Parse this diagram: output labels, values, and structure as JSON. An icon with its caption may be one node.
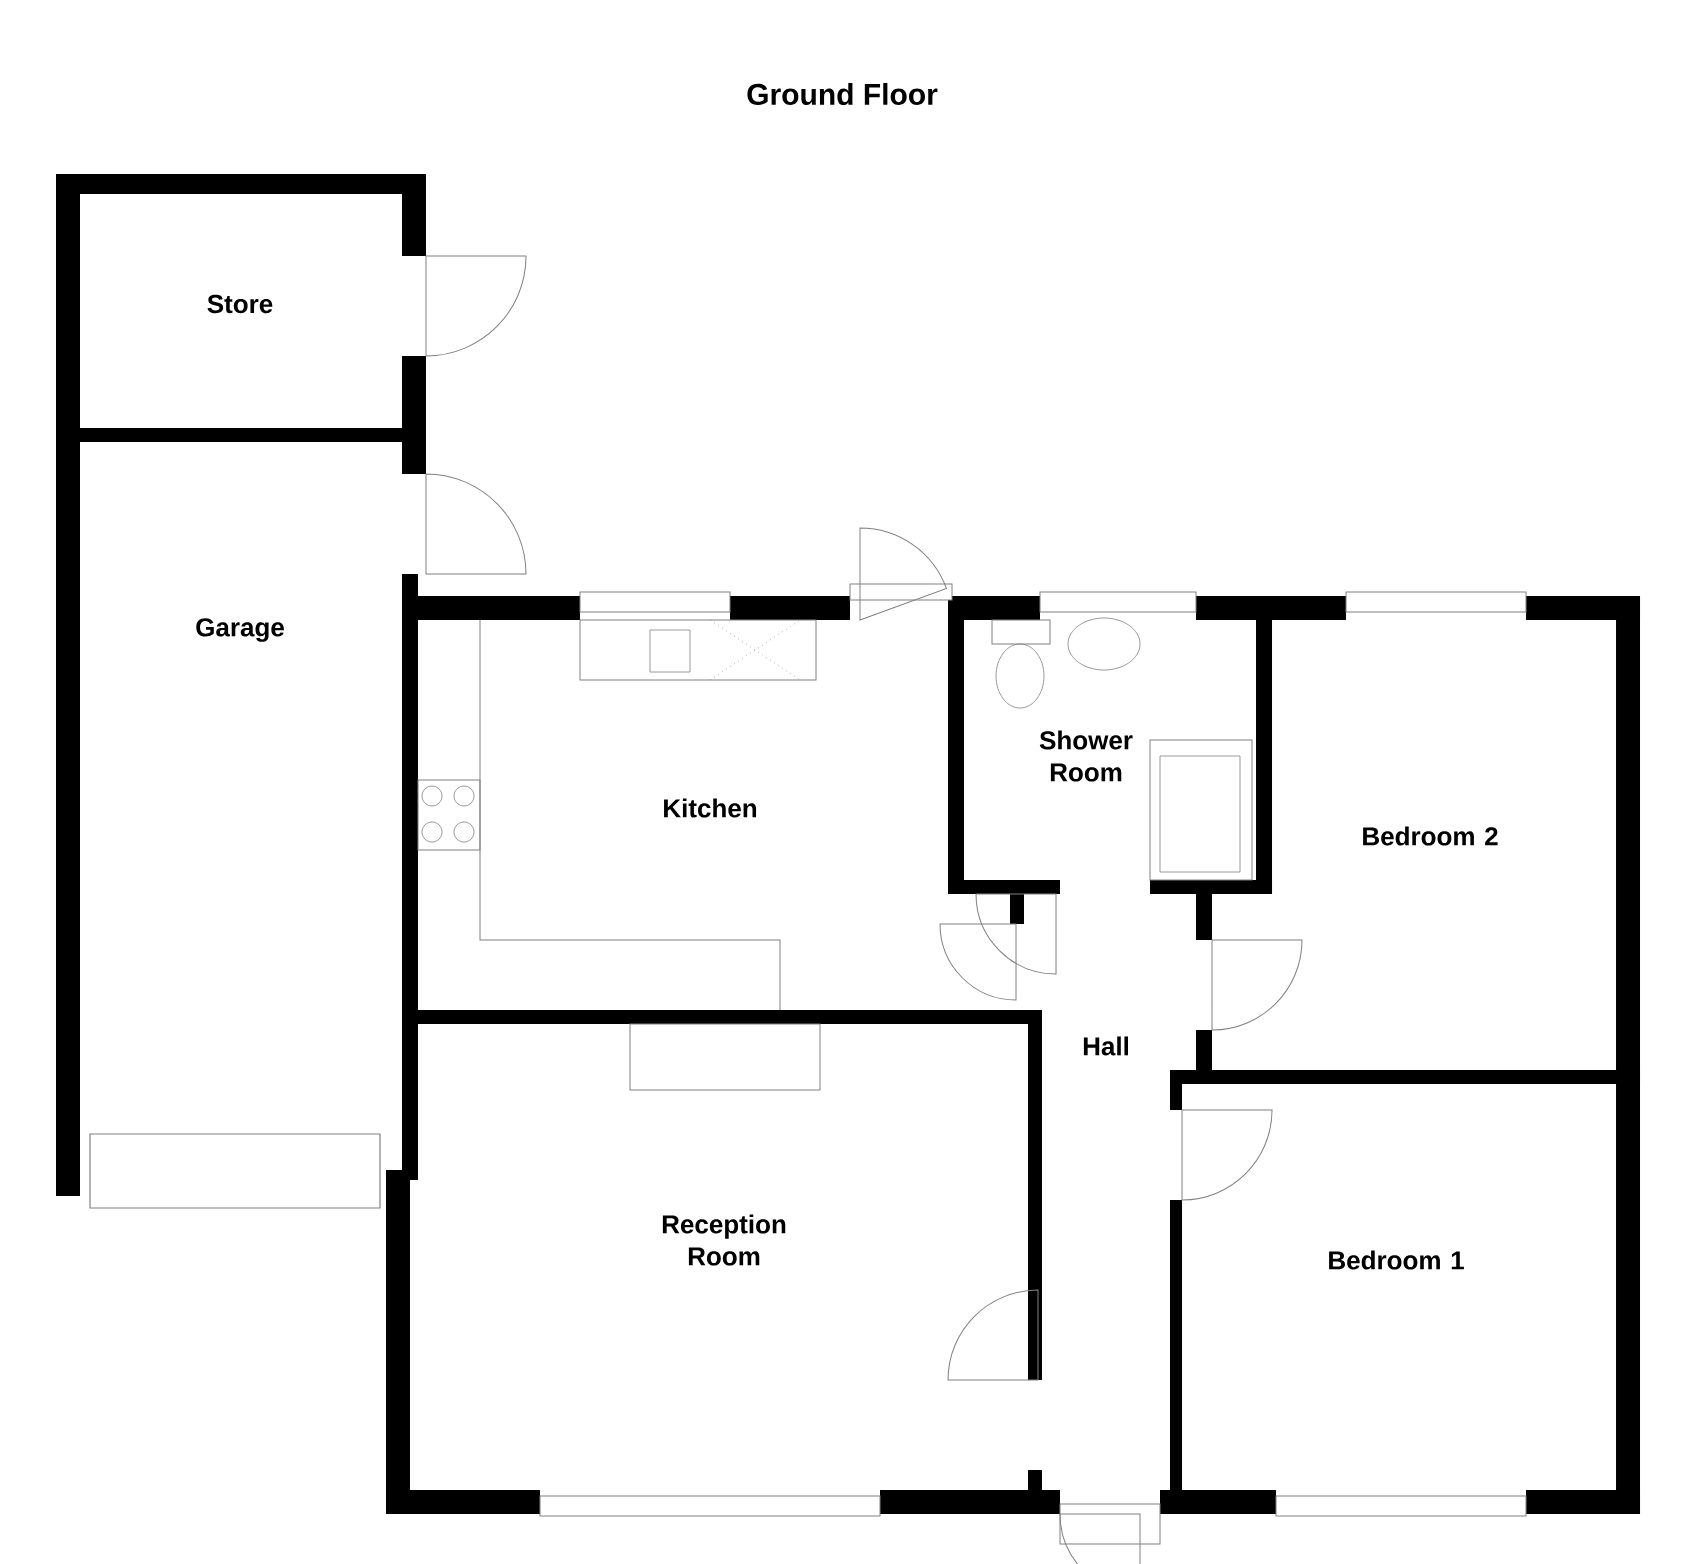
{
  "diagram": {
    "title": "Ground Floor",
    "nodes": [
      {
        "text": [
          "Store"
        ]
      },
      {
        "text": [
          "Garage"
        ]
      },
      {
        "text": [
          "Kitchen"
        ]
      },
      {
        "text": [
          "Shower Room"
        ]
      },
      {
        "text": [
          "Bedroom 2"
        ]
      },
      {
        "text": [
          "Hall"
        ]
      },
      {
        "text": [
          "Reception Room"
        ]
      },
      {
        "text": [
          "Bedroom 1"
        ]
      }
    ],
    "edges": []
  }
}
